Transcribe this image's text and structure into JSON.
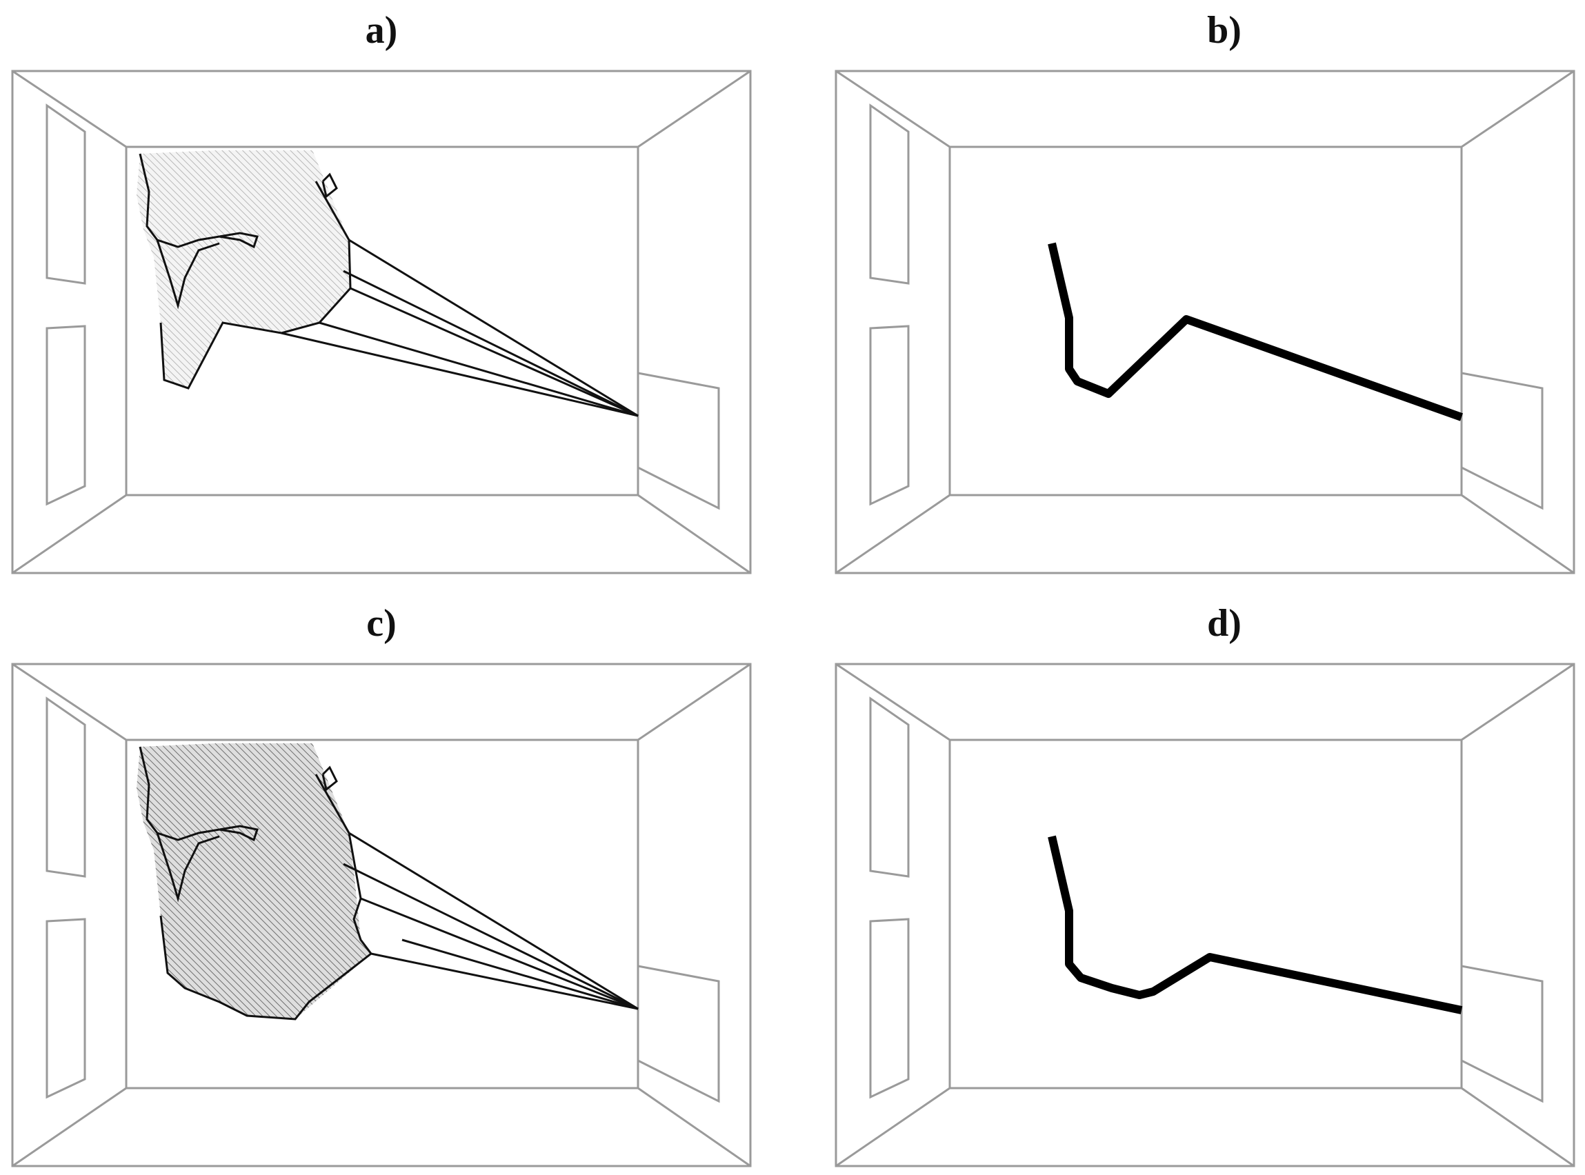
{
  "figure": {
    "panels": [
      {
        "id": "a",
        "label": "a)",
        "content": "hatched-region-with-rays",
        "hatch": "light"
      },
      {
        "id": "b",
        "label": "b)",
        "content": "path"
      },
      {
        "id": "c",
        "label": "c)",
        "content": "hatched-region-with-rays",
        "hatch": "dark"
      },
      {
        "id": "d",
        "label": "d)",
        "content": "path"
      }
    ]
  },
  "colors": {
    "room_lines": "#9a9a9a",
    "outline": "#111111",
    "hatch_light": "#b9b9b9",
    "hatch_dark": "#6f6f6f",
    "region_fill_light": "#f4f4f4",
    "region_fill_dark": "#dedede",
    "path": "#000000"
  },
  "icons": {
    "room": "room-wireframe-icon",
    "door": "door-icon"
  }
}
